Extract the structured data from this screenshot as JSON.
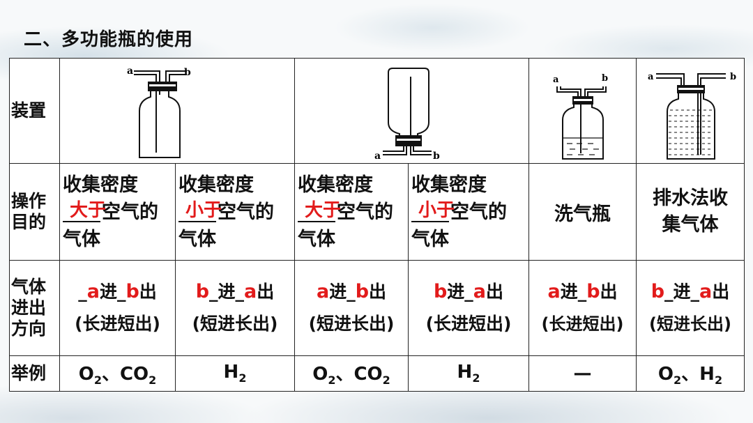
{
  "title": "二、多功能瓶的使用",
  "row_labels": {
    "device": "装置",
    "purpose": "操作目的",
    "direction": "气体进出方向",
    "example": "举例"
  },
  "device_labels": {
    "a": "a",
    "b": "b"
  },
  "purposes": [
    {
      "line1": "收集密度",
      "answer": "大于",
      "rest": "空气的",
      "line3": "气体"
    },
    {
      "line1": "收集密度",
      "answer": "小于",
      "rest": "空气的",
      "line3": "气体"
    },
    {
      "line1": "收集密度",
      "answer": "大于",
      "rest": "空气的",
      "line3": "气体"
    },
    {
      "line1": "收集密度",
      "answer": "小于",
      "rest": "空气的",
      "line3": "气体"
    }
  ],
  "purpose_wash": "洗气瓶",
  "purpose_water": "排水法收集气体",
  "directions": [
    {
      "in": "a",
      "in_word": "进",
      "out": "b",
      "out_word": "出",
      "note": "(长进短出)"
    },
    {
      "in": "b",
      "in_word": "进",
      "out": "a",
      "out_word": "出",
      "note": "(短进长出)"
    },
    {
      "in": "a",
      "in_word": "进",
      "out": "b",
      "out_word": "出",
      "note": "(短进长出)"
    },
    {
      "in": "b",
      "in_word": "进",
      "out": "a",
      "out_word": "出",
      "note": "(长进短出)"
    },
    {
      "in": "a",
      "in_word": "进",
      "out": "b",
      "out_word": "出",
      "note": "(长进短出)"
    },
    {
      "in": "b",
      "in_word": "进",
      "out": "a",
      "out_word": "出",
      "note": "(短进长出)"
    }
  ],
  "examples": {
    "col1": {
      "a": "O",
      "a_sub": "2",
      "sep": "、",
      "b": "CO",
      "b_sub": "2"
    },
    "col2": {
      "a": "H",
      "a_sub": "2"
    },
    "col3": {
      "a": "O",
      "a_sub": "2",
      "sep": "、",
      "b": "CO",
      "b_sub": "2"
    },
    "col4": {
      "a": "H",
      "a_sub": "2"
    },
    "col5": {
      "a": "—"
    },
    "col6": {
      "a": "O",
      "a_sub": "2",
      "sep": "、",
      "b": "H",
      "b_sub": "2"
    }
  },
  "colors": {
    "answer": "#e21b1b",
    "text": "#111111"
  }
}
